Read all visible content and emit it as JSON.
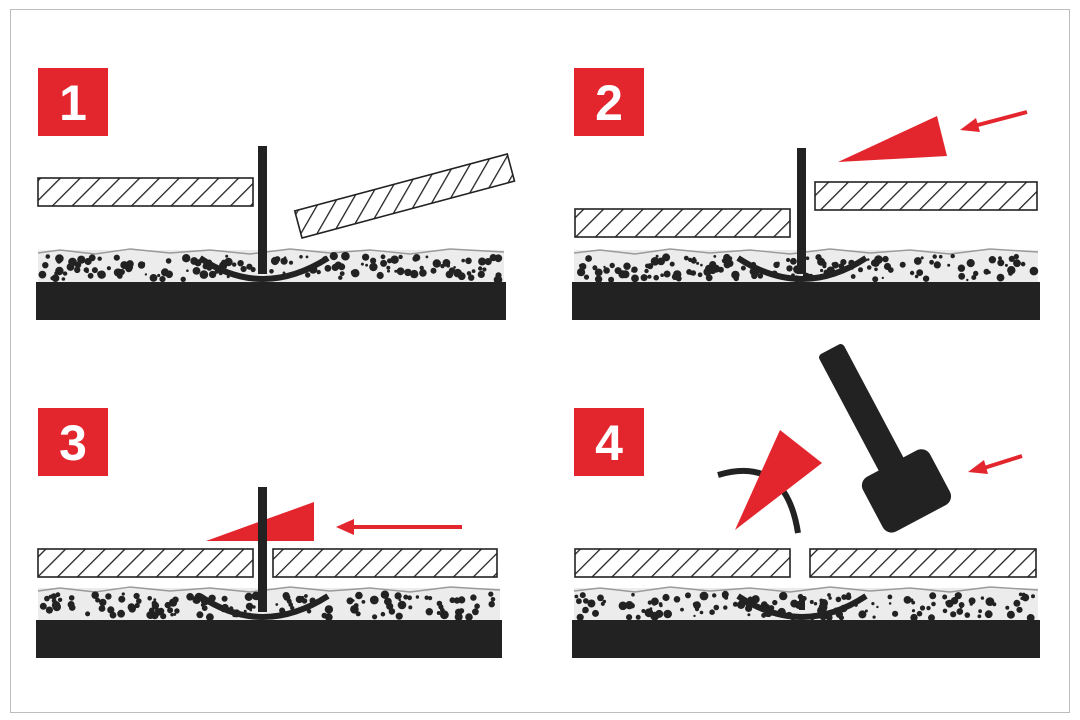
{
  "colors": {
    "accent": "#e3262d",
    "ink": "#222222",
    "gravel": "#ececec",
    "frame": "#bdbdbd"
  },
  "steps": [
    {
      "label": "1",
      "wedge": "none",
      "clip_state": "standing",
      "tool": "none"
    },
    {
      "label": "2",
      "wedge": "approaching",
      "clip_state": "standing",
      "tool": "none"
    },
    {
      "label": "3",
      "wedge": "inserted",
      "clip_state": "standing",
      "tool": "none"
    },
    {
      "label": "4",
      "wedge": "removed",
      "clip_state": "broken",
      "tool": "mallet-icon"
    }
  ]
}
